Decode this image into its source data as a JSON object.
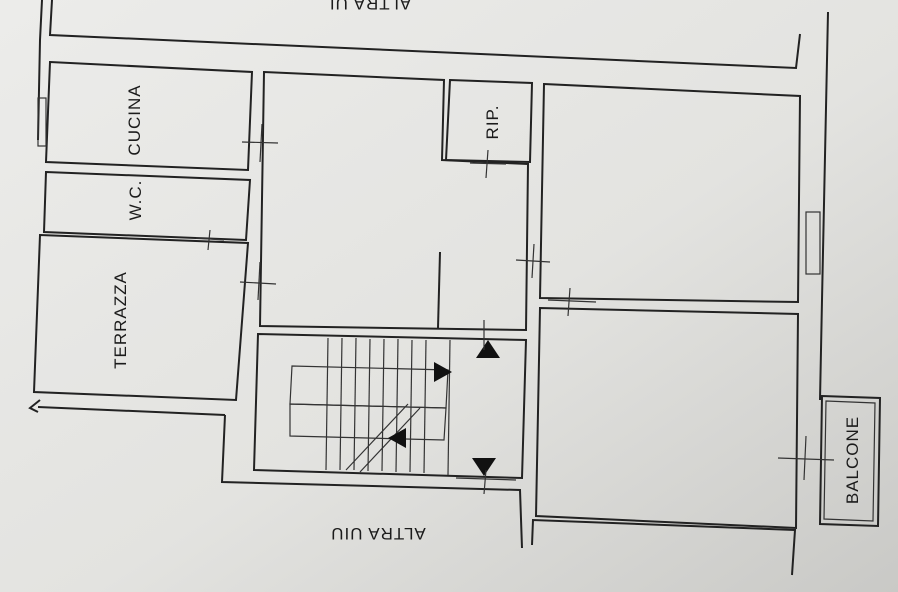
{
  "labels": {
    "top_unit": "ALTRA UI",
    "cucina": "CUCINA",
    "wc": "W.C.",
    "terrazza": "TERRAZZA",
    "rip": "RIP.",
    "balcone": "BALCONE",
    "bottom_unit": "ALTRA UIU"
  },
  "colors": {
    "paper": "#e8e8e6",
    "ink": "#222222"
  }
}
